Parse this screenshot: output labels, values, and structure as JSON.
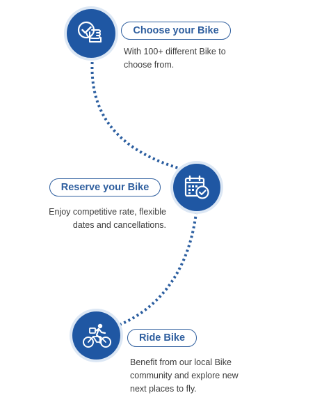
{
  "colors": {
    "accent": "#1f57a3",
    "pill_border": "#2e5e9e",
    "pill_text": "#2e5e9e",
    "body_text": "#3c3c3c",
    "dotted_path": "#2a5d9f"
  },
  "steps": [
    {
      "icon": "hand-check-icon",
      "title": "Choose your Bike",
      "description_lines": [
        "With 100+ different Bike to",
        "choose from."
      ]
    },
    {
      "icon": "calendar-check-icon",
      "title": "Reserve your Bike",
      "description_lines": [
        "Enjoy competitive rate, flexible",
        "dates and cancellations."
      ]
    },
    {
      "icon": "cyclist-icon",
      "title": "Ride Bike",
      "description_lines": [
        "Benefit from our local Bike",
        "community and explore new",
        "next places to fly."
      ]
    }
  ]
}
